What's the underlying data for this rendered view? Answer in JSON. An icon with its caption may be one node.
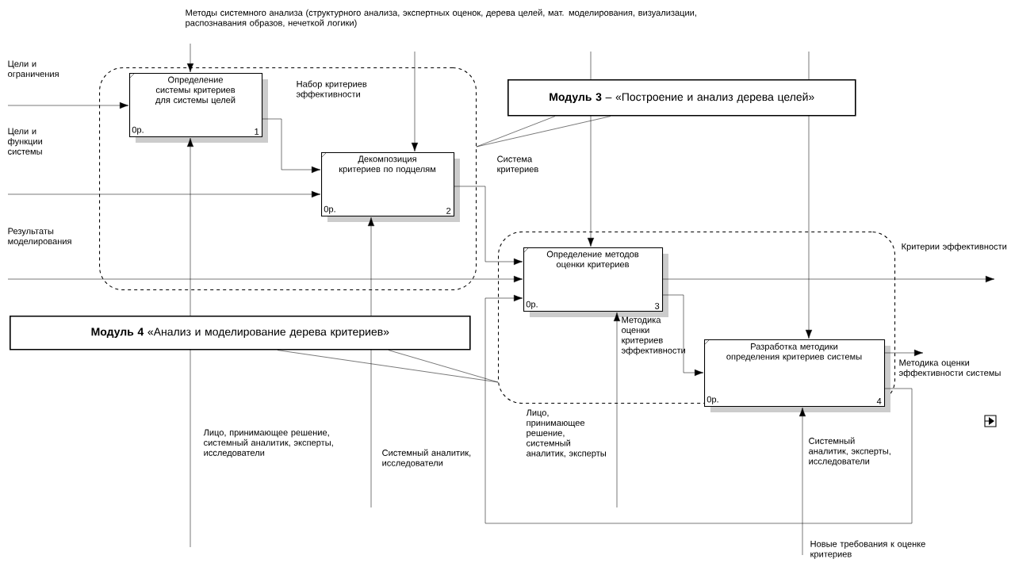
{
  "diagram": {
    "nodes": [
      {
        "text": [],
        "shape": "box"
      },
      {
        "text": [
          "Определение системы критериев для системы целей",
          "0р.",
          "1"
        ],
        "in": 0
      },
      {
        "text": [
          "Декомпозиция критериев по подцелям",
          "0р.",
          "2"
        ],
        "in": 0
      },
      {
        "text": [],
        "shape": "box"
      },
      {
        "text": [
          "Определение методов оценки критериев",
          "0р.",
          "3"
        ],
        "in": 3
      },
      {
        "text": [
          "Разработка методики определения критериев системы",
          "0р.",
          "4"
        ],
        "in": 3
      },
      {
        "text": [
          "**Модуль 3** – «Построение и анализ дерева целей»"
        ]
      },
      {
        "text": [
          "**Модуль 4** «Анализ и моделирование дерева критериев»"
        ]
      }
    ],
    "edges": [
      {
        "from": null,
        "to": 1,
        "arrow": "to",
        "label": "Методы системного анализа (структурного анализа, экспертных оценок, дерева целей, мат. моделирования, визуализации, распознавания образов, нечеткой логики)"
      },
      {
        "from": null,
        "to": 2,
        "arrow": "to"
      },
      {
        "from": null,
        "to": 4,
        "arrow": "to"
      },
      {
        "from": null,
        "to": 5,
        "arrow": "to"
      },
      {
        "from": null,
        "to": 1,
        "arrow": "to",
        "label": "Цели и ограничения"
      },
      {
        "from": null,
        "to": 2,
        "arrow": "to",
        "label": "Цели и функции системы"
      },
      {
        "from": 1,
        "to": 2,
        "arrow": "to",
        "label": "Набор критериев эффективности"
      },
      {
        "from": null,
        "to": 4,
        "arrow": "to",
        "label": "Результаты моделирования"
      },
      {
        "from": 2,
        "to": 4,
        "arrow": "to",
        "label": "Система критериев"
      },
      {
        "from": 4,
        "to": null,
        "arrow": "to",
        "label": "Критерии эффективности"
      },
      {
        "from": 4,
        "to": 5,
        "arrow": "to",
        "label": "Методика оценки критериев эффективности"
      },
      {
        "from": 5,
        "to": null,
        "arrow": "to",
        "label": "Методика оценки эффективности системы"
      },
      {
        "from": 5,
        "to": 4,
        "arrow": "to",
        "label": "Новые требования к оценке критериев"
      },
      {
        "from": null,
        "to": 1,
        "arrow": "to",
        "label": "Лицо, принимающее решение, системный аналитик, эксперты, исследователи"
      },
      {
        "from": null,
        "to": 2,
        "arrow": "to",
        "label": "Системный аналитик, исследователи"
      },
      {
        "from": null,
        "to": 4,
        "arrow": "to",
        "label": "Лицо, принимающее решение, системный аналитик, эксперты"
      },
      {
        "from": null,
        "to": 5,
        "arrow": "to",
        "label": "Системный аналитик, эксперты, исследователи"
      },
      {
        "from": 6,
        "to": 0,
        "arrow": "none"
      },
      {
        "from": 7,
        "to": 3,
        "arrow": "none"
      }
    ]
  }
}
